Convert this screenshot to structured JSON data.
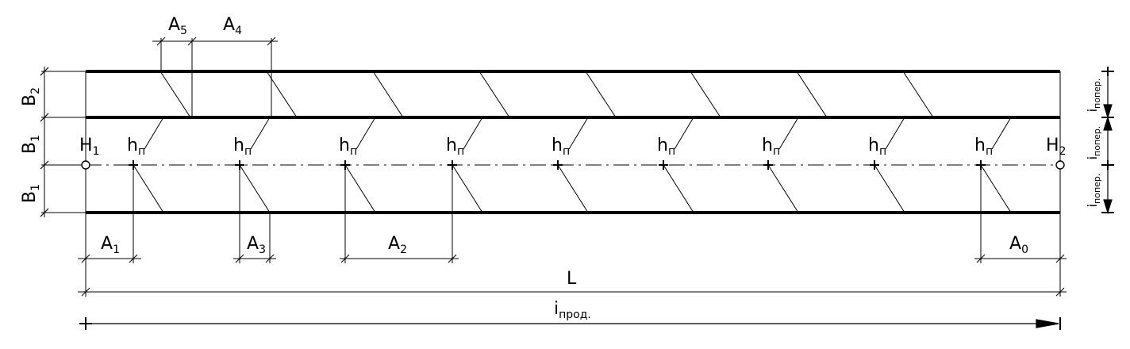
{
  "labels": {
    "B2": {
      "base": "B",
      "sub": "2"
    },
    "B1_top": {
      "base": "B",
      "sub": "1"
    },
    "B1_bottom": {
      "base": "B",
      "sub": "1"
    },
    "H1": {
      "base": "H",
      "sub": "1"
    },
    "H2": {
      "base": "H",
      "sub": "2"
    },
    "hn": {
      "base": "h",
      "sub": "п"
    },
    "A0": {
      "base": "A",
      "sub": "0"
    },
    "A1": {
      "base": "A",
      "sub": "1"
    },
    "A2": {
      "base": "A",
      "sub": "2"
    },
    "A3": {
      "base": "A",
      "sub": "3"
    },
    "A4": {
      "base": "A",
      "sub": "4"
    },
    "A5": {
      "base": "A",
      "sub": "5"
    },
    "L": "L",
    "i_prod": {
      "base": "i",
      "sub": "прод."
    },
    "i_poper": {
      "base": "i",
      "sub": "попер."
    }
  }
}
